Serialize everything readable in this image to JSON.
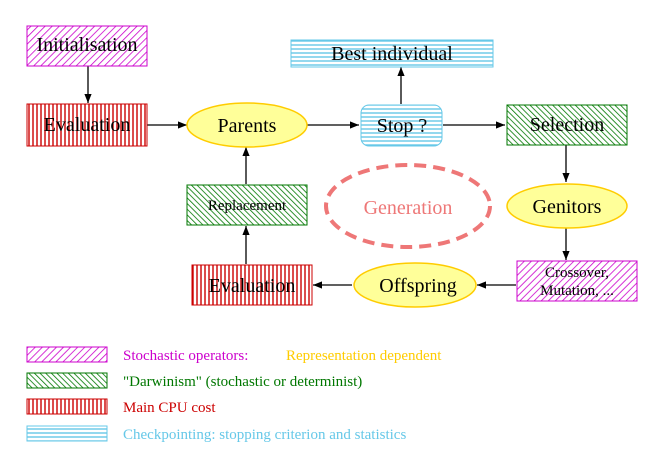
{
  "nodes": {
    "initialisation": "Initialisation",
    "evaluation_top": "Evaluation",
    "parents": "Parents",
    "best_individual": "Best individual",
    "stop": "Stop ?",
    "selection": "Selection",
    "replacement": "Replacement",
    "generation": "Generation",
    "genitors": "Genitors",
    "evaluation_bottom": "Evaluation",
    "offspring": "Offspring",
    "crossover_line1": "Crossover,",
    "crossover_line2": "Mutation, ..."
  },
  "legend": {
    "stochastic_label": "Stochastic operators:",
    "representation_label": "Representation dependent",
    "darwinism_label": "\"Darwinism\" (stochastic or determinist)",
    "cpu_label": "Main CPU cost",
    "checkpoint_label": "Checkpointing: stopping criterion and statistics"
  },
  "colors": {
    "magenta": "#cc00cc",
    "green": "#007700",
    "red": "#cc0000",
    "cyan": "#66c8e8",
    "yellow": "#ffcc00",
    "ellipse_fill": "#ffff99",
    "generation": "#ee7777"
  }
}
